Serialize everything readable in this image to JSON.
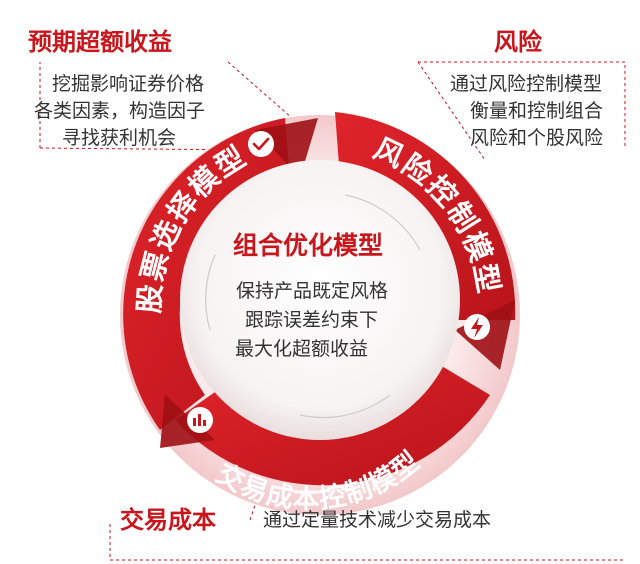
{
  "corners": {
    "excess_return": {
      "title": "预期超额收益",
      "lines": [
        "挖掘影响证券价格",
        "各类因素，构造因子",
        "寻找获利机会"
      ]
    },
    "risk": {
      "title": "风险",
      "lines": [
        "通过风险控制模型",
        "衡量和控制组合",
        "风险和个股风险"
      ]
    },
    "transaction_cost": {
      "title": "交易成本",
      "lines": [
        "通过定量技术减少交易成本"
      ]
    }
  },
  "ring": {
    "segments": [
      {
        "label": "股票选择模型",
        "icon": "checkmark-icon"
      },
      {
        "label": "风险控制模型",
        "icon": "lightning-icon"
      },
      {
        "label": "交易成本控制模型",
        "icon": "chart-icon"
      }
    ]
  },
  "center": {
    "title": "组合优化模型",
    "lines": [
      "保持产品既定风格",
      "跟踪误差约束下",
      "最大化超额收益"
    ]
  },
  "colors": {
    "brand_red": "#c8161d",
    "dark_red": "#9e0f14",
    "light_pink": "#f6d3d4",
    "body_text": "#333333"
  }
}
